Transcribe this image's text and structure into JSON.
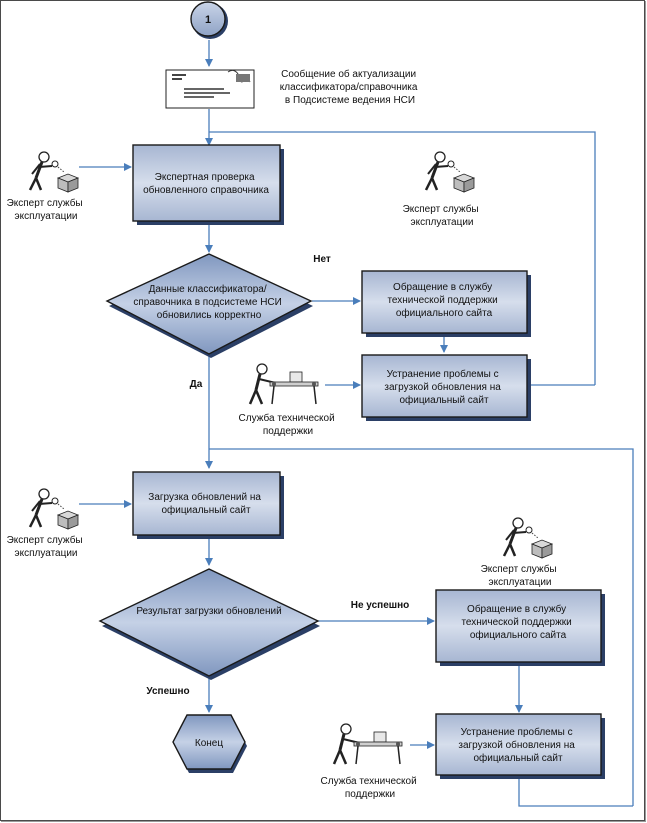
{
  "connector": {
    "label": "1"
  },
  "message": [
    "Сообщение об актуализации",
    "классификатора/справочника",
    "в Подсистеме ведения НСИ"
  ],
  "steps": {
    "expert_check": [
      "Экспертная проверка",
      "обновленного справочника"
    ],
    "decision_nsi": [
      "Данные классификатора/",
      "справочника в подсистеме НСИ",
      "обновились корректно"
    ],
    "support_request_1": [
      "Обращение в службу",
      "технической поддержки",
      "официального сайта"
    ],
    "fix_problem_1": [
      "Устранение проблемы с",
      "загрузкой обновления на",
      "официальный сайт"
    ],
    "upload": [
      "Загрузка обновлений  на",
      "официальный сайт"
    ],
    "decision_upload": [
      "Результат загрузки обновлений"
    ],
    "support_request_2": [
      "Обращение в службу",
      "технической поддержки",
      "официального сайта"
    ],
    "fix_problem_2": [
      "Устранение проблемы с",
      "загрузкой обновления на",
      "официальный сайт"
    ],
    "end": [
      "Конец"
    ]
  },
  "edge_labels": {
    "no": "Нет",
    "yes": "Да",
    "not_success": "Не успешно",
    "success": "Успешно"
  },
  "actors": {
    "expert_1": [
      "Эксперт службы",
      "эксплуатации"
    ],
    "expert_2": [
      "Эксперт службы",
      "эксплуатации"
    ],
    "expert_3": [
      "Эксперт службы",
      "эксплуатации"
    ],
    "expert_4": [
      "Эксперт службы",
      "эксплуатации"
    ],
    "support_1": [
      "Служба технической",
      "поддержки"
    ],
    "support_2": [
      "Служба технической",
      "поддержки"
    ]
  },
  "colors": {
    "shape_fill_light": "#b9c6dc",
    "shape_fill_dark": "#7f95bb",
    "shape_border": "#1a1a1a",
    "arrow": "#4a7ebb"
  }
}
